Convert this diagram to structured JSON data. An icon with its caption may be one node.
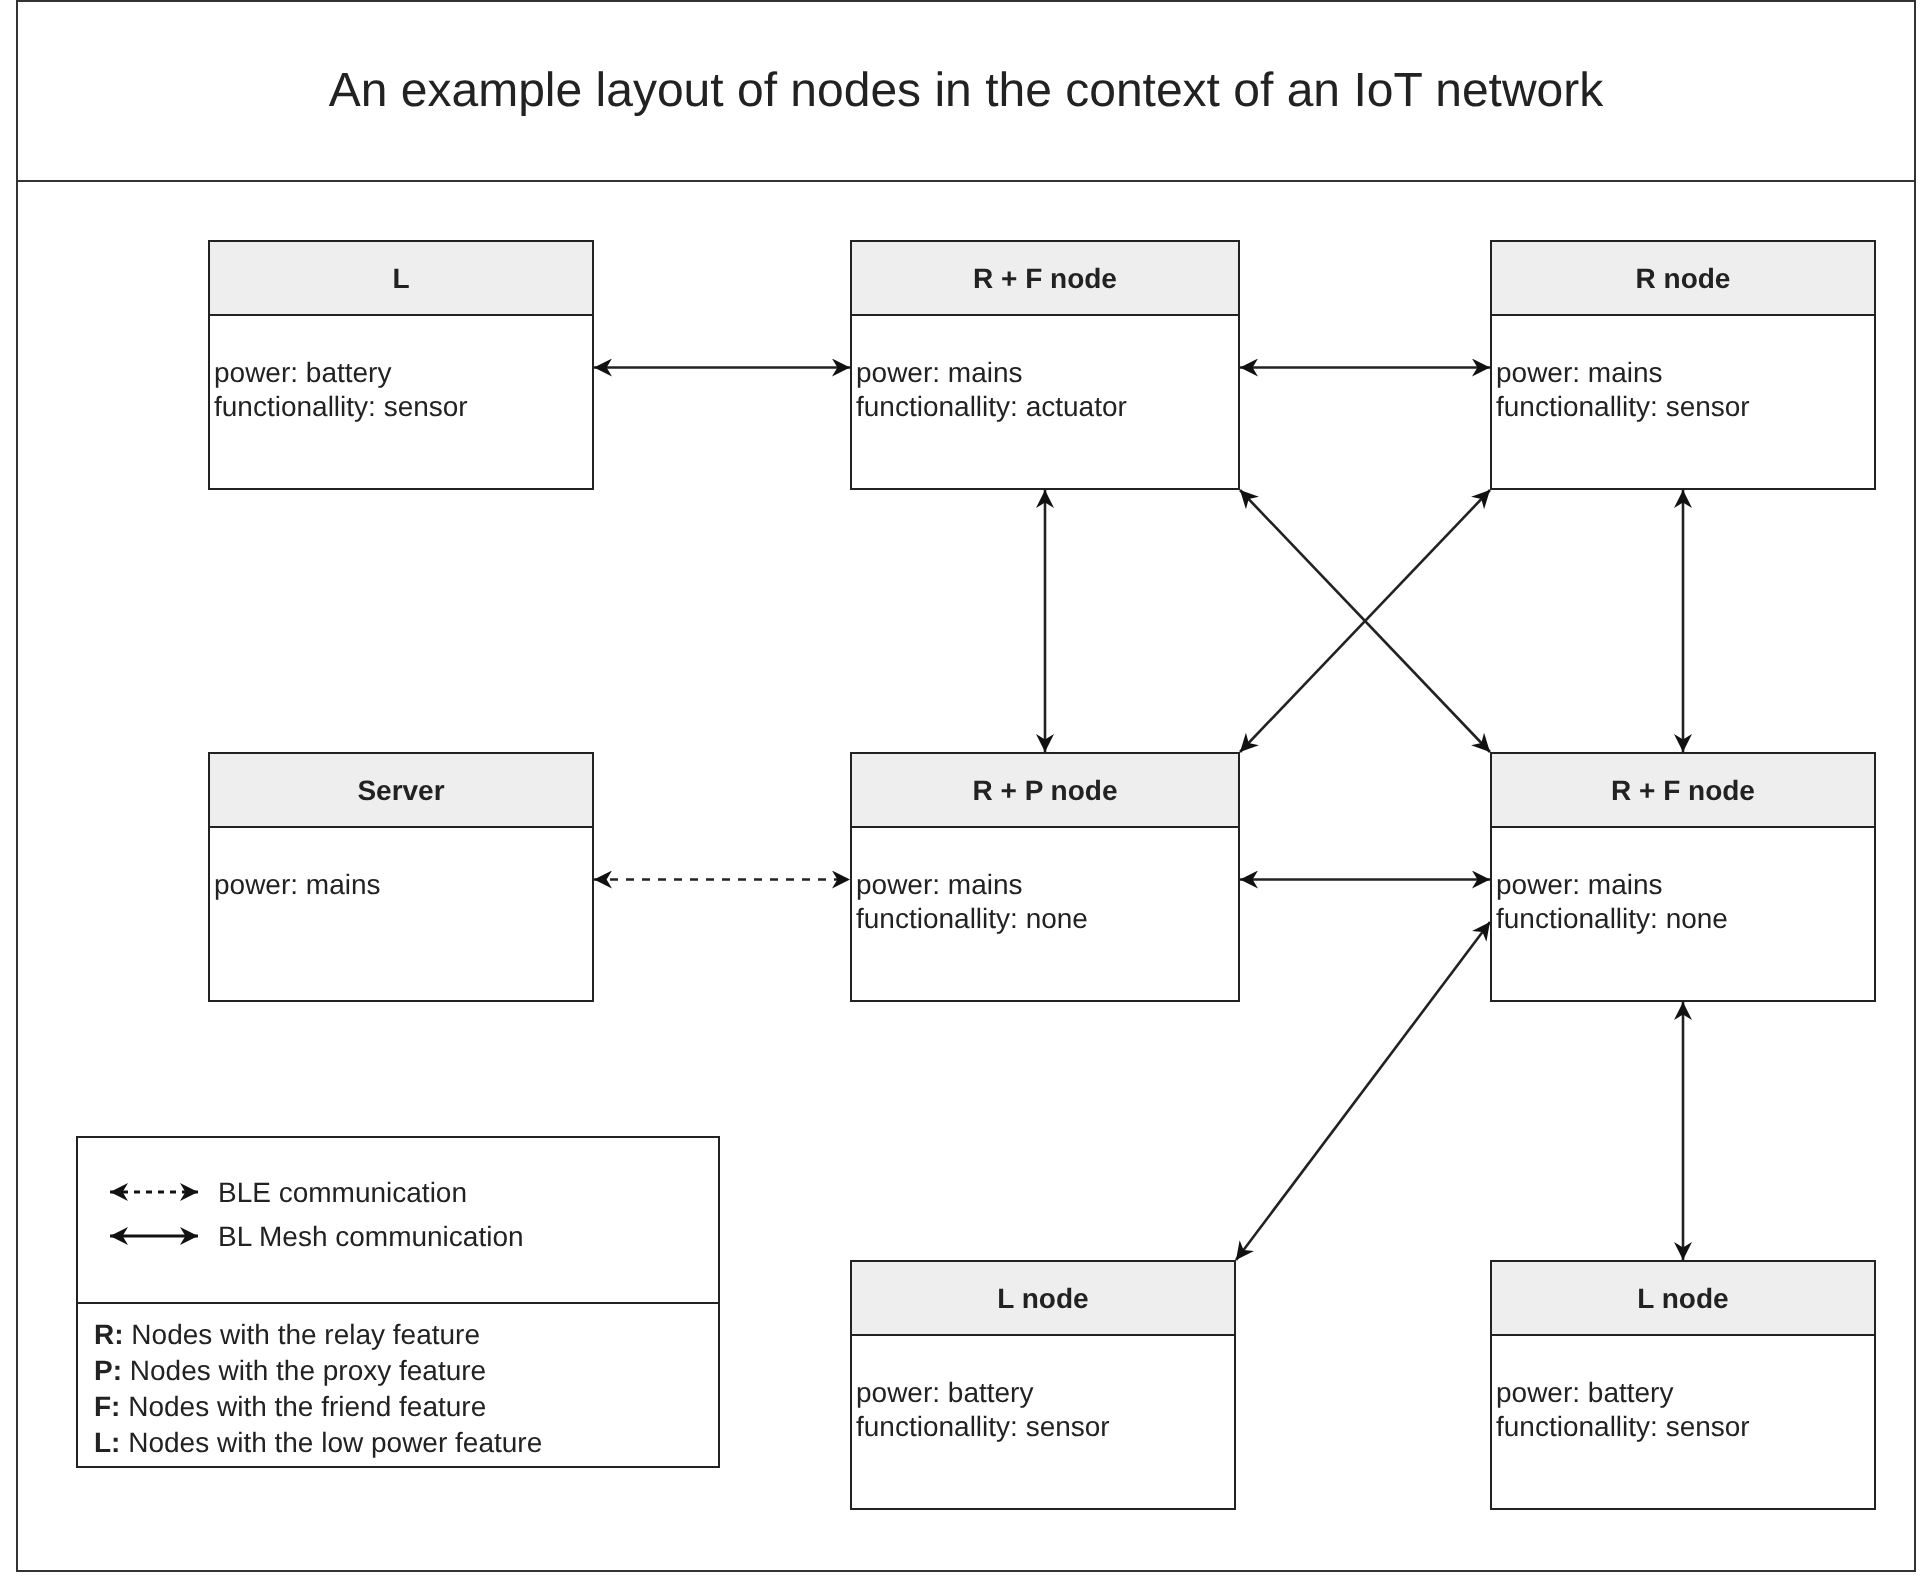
{
  "diagram": {
    "title": "An example layout of nodes in the context of an IoT network",
    "nodes": [
      {
        "text": [
          "L",
          "power: battery",
          "functionallity: sensor"
        ]
      },
      {
        "text": [
          "R + F node",
          "power: mains",
          "functionallity: actuator"
        ]
      },
      {
        "text": [
          "R node",
          "power: mains",
          "functionallity: sensor"
        ]
      },
      {
        "text": [
          "Server",
          "power: mains"
        ]
      },
      {
        "text": [
          "R + P node",
          "power: mains",
          "functionallity: none"
        ]
      },
      {
        "text": [
          "R + F node",
          "power: mains",
          "functionallity: none"
        ]
      },
      {
        "text": [
          "L node",
          "power: battery",
          "functionallity: sensor"
        ]
      },
      {
        "text": [
          "L node",
          "power: battery",
          "functionallity: sensor"
        ]
      }
    ],
    "edges": [
      {
        "from": 0,
        "to": 1,
        "arrow": "both"
      },
      {
        "from": 1,
        "to": 2,
        "arrow": "both"
      },
      {
        "from": 1,
        "to": 4,
        "arrow": "both"
      },
      {
        "from": 1,
        "to": 5,
        "arrow": "both"
      },
      {
        "from": 2,
        "to": 4,
        "arrow": "both"
      },
      {
        "from": 2,
        "to": 5,
        "arrow": "both"
      },
      {
        "from": 3,
        "to": 4,
        "arrow": "both",
        "style": "dashed"
      },
      {
        "from": 4,
        "to": 5,
        "arrow": "both"
      },
      {
        "from": 5,
        "to": 6,
        "arrow": "both"
      },
      {
        "from": 5,
        "to": 7,
        "arrow": "both"
      }
    ],
    "labels": [
      "**R:** Nodes with the relay feature",
      "**P:** Nodes with the proxy feature",
      "**F:** Nodes with the friend feature",
      "**L:** Nodes with the low power feature"
    ],
    "legend": [
      {
        "text": "BLE communication"
      },
      {
        "text": "BL Mesh communication"
      }
    ]
  }
}
